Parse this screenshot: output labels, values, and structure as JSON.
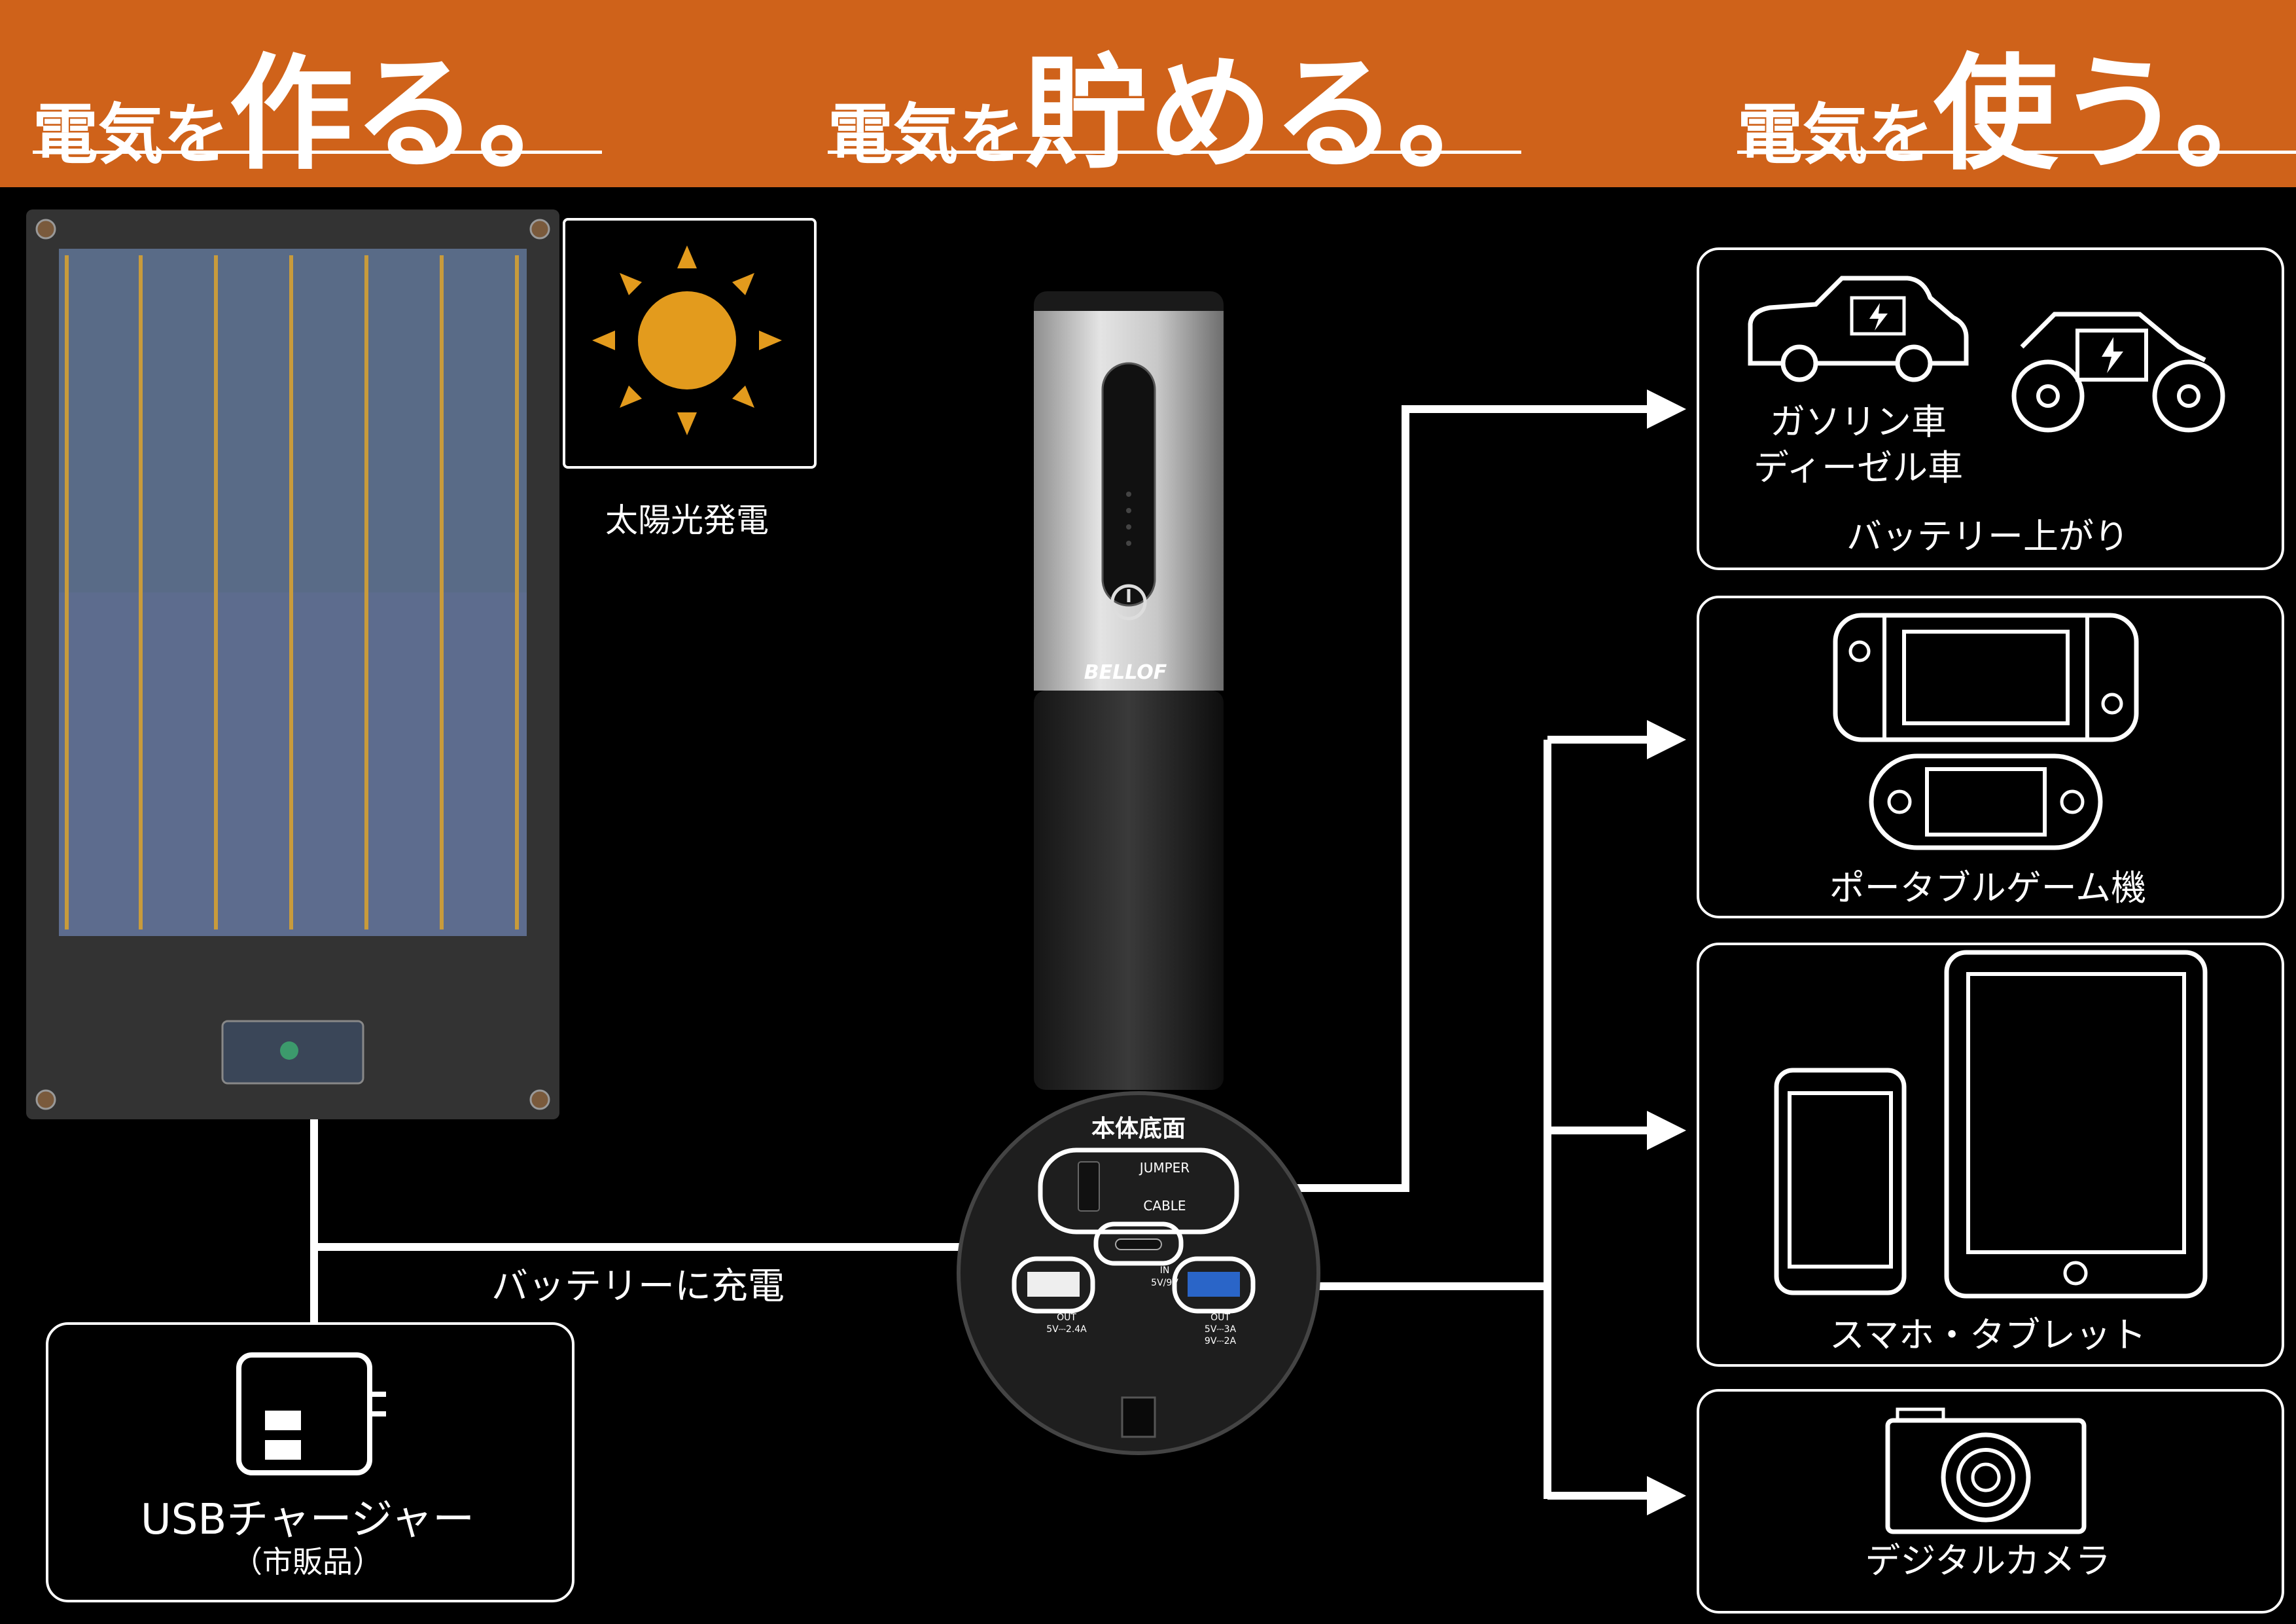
{
  "header": {
    "make": {
      "prefix": "電気を",
      "emph": "作る。"
    },
    "store": {
      "prefix": "電気を",
      "emph": "貯める。"
    },
    "use": {
      "prefix": "電気を",
      "emph": "使う。"
    }
  },
  "sun": {
    "icon": "sun-icon",
    "label": "太陽光発電"
  },
  "charger": {
    "icon": "usb-charger-icon",
    "label": "USBチャージャー",
    "note": "（市販品）"
  },
  "charge_label": "バッテリーに充電",
  "device": {
    "brand": "BELLOF",
    "bottom_label": "本体底面",
    "jumper_line1": "JUMPER",
    "jumper_line2": "CABLE",
    "in_label": "IN",
    "in_spec": "5V/9V",
    "out_label_left": "OUT",
    "out_spec_left": "5V⎓2.4A",
    "out_label_right": "OUT",
    "out_spec_right_1": "5V⎓3A",
    "out_spec_right_2": "9V⎓2A"
  },
  "targets": {
    "vehicles": {
      "car_label_1": "ガソリン車",
      "car_label_2": "ディーゼル車",
      "caption": "バッテリー上がり"
    },
    "games": {
      "caption": "ポータブルゲーム機"
    },
    "mobile": {
      "caption": "スマホ・タブレット"
    },
    "camera": {
      "caption": "デジタルカメラ"
    }
  },
  "colors": {
    "banner": "#cf621a",
    "sun": "#e39b1d",
    "background": "#000000"
  }
}
